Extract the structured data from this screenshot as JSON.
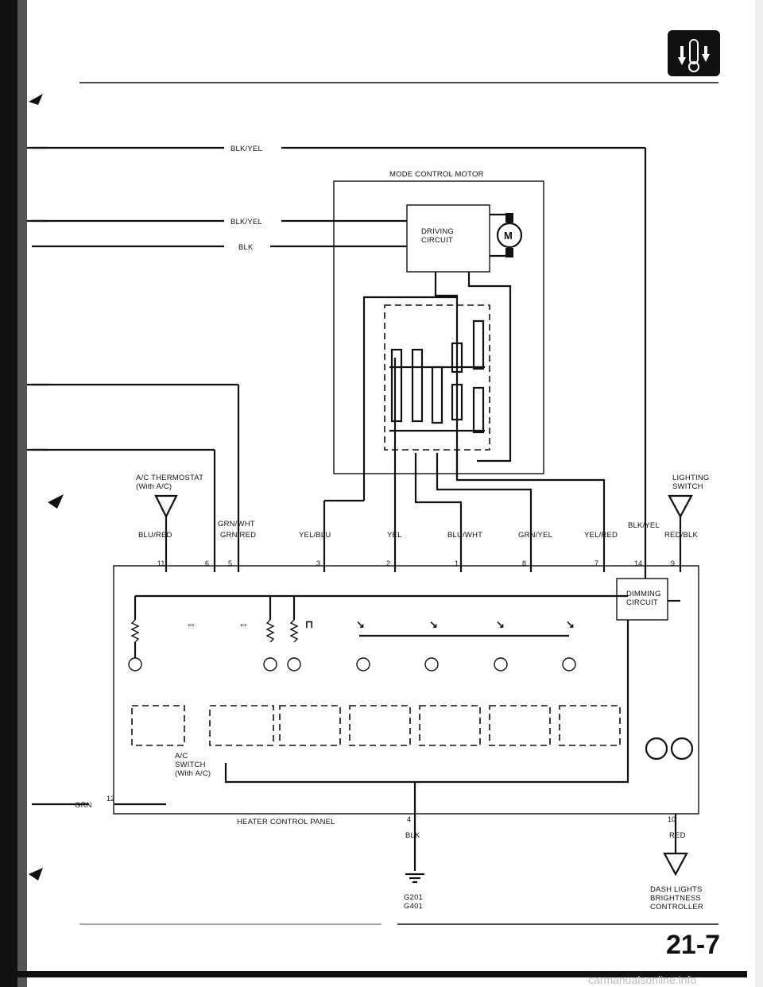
{
  "wires": {
    "blk_yel_top": "BLK/YEL",
    "blk_yel_mid": "BLK/YEL",
    "blk": "BLK",
    "grn_wht": "GRN/WHT",
    "blu_red": "BLU/RED",
    "grn_red": "GRN/RED",
    "yel_blu": "YEL/BLU",
    "yel": "YEL",
    "blu_wht": "BLU/WHT",
    "grn_yel": "GRN/YEL",
    "yel_red": "YEL/RED",
    "blk_yel_right": "BLK/YEL",
    "red_blk": "RED/BLK",
    "grn": "GRN",
    "blk_ground": "BLK",
    "red": "RED"
  },
  "components": {
    "mode_motor": "MODE CONTROL MOTOR",
    "driving_circuit": [
      "DRIVING",
      "CIRCUIT"
    ],
    "motor_symbol": "M",
    "thermostat": [
      "A/C THERMOSTAT",
      "(With A/C)"
    ],
    "lighting_switch": [
      "LIGHTING",
      "SWITCH"
    ],
    "dimming_circuit": [
      "DIMMING",
      "CIRCUIT"
    ],
    "ac_switch": [
      "A/C",
      "SWITCH",
      "(With A/C)"
    ],
    "panel": "HEATER CONTROL PANEL",
    "ground": [
      "G201",
      "G401"
    ],
    "dash_controller": [
      "DASH LIGHTS",
      "BRIGHTNESS",
      "CONTROLLER"
    ]
  },
  "pins": [
    "11",
    "6",
    "5",
    "3",
    "2",
    "1",
    "8",
    "7",
    "14",
    "9",
    "12",
    "4",
    "10"
  ],
  "page_number": "21-7",
  "watermark": "carmanualsonline.info",
  "icons": [
    "heater-cooling-section-icon",
    "thermometer-icon",
    "motor-icon"
  ]
}
